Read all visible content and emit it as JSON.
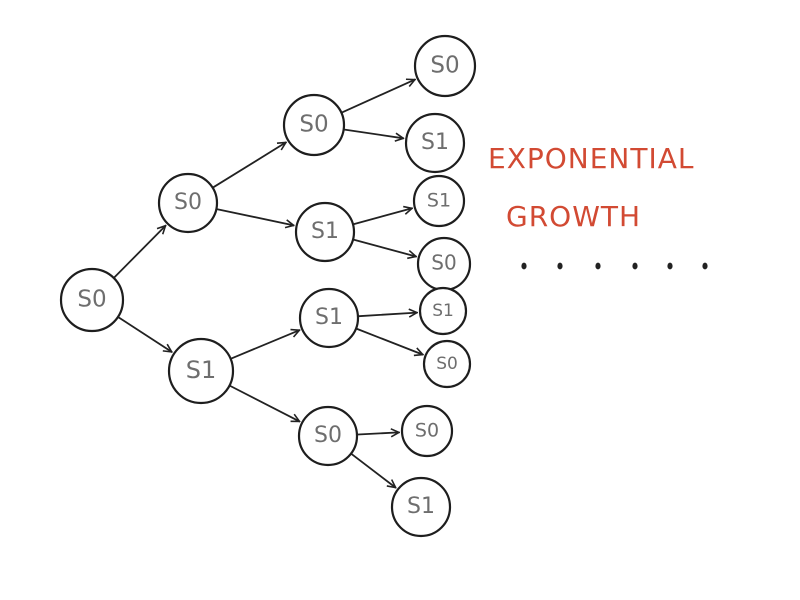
{
  "diagram": {
    "nodes": [
      {
        "id": "n0",
        "label": "S0"
      },
      {
        "id": "n1",
        "label": "S0"
      },
      {
        "id": "n2",
        "label": "S1"
      },
      {
        "id": "n3",
        "label": "S0"
      },
      {
        "id": "n4",
        "label": "S1"
      },
      {
        "id": "n5",
        "label": "S1"
      },
      {
        "id": "n6",
        "label": "S0"
      },
      {
        "id": "n7",
        "label": "S0"
      },
      {
        "id": "n8",
        "label": "S1"
      },
      {
        "id": "n9",
        "label": "S1"
      },
      {
        "id": "n10",
        "label": "S0"
      },
      {
        "id": "n11",
        "label": "S1"
      },
      {
        "id": "n12",
        "label": "S0"
      },
      {
        "id": "n13",
        "label": "S0"
      },
      {
        "id": "n14",
        "label": "S1"
      }
    ],
    "edges": [
      [
        "n0",
        "n1"
      ],
      [
        "n0",
        "n2"
      ],
      [
        "n1",
        "n3"
      ],
      [
        "n1",
        "n4"
      ],
      [
        "n2",
        "n5"
      ],
      [
        "n2",
        "n6"
      ],
      [
        "n3",
        "n7"
      ],
      [
        "n3",
        "n8"
      ],
      [
        "n4",
        "n9"
      ],
      [
        "n4",
        "n10"
      ],
      [
        "n5",
        "n11"
      ],
      [
        "n5",
        "n12"
      ],
      [
        "n6",
        "n13"
      ],
      [
        "n6",
        "n14"
      ]
    ],
    "annotation_line1": "EXPONENTIAL",
    "annotation_line2": "GROWTH",
    "annotation_color": "#d24a33"
  }
}
